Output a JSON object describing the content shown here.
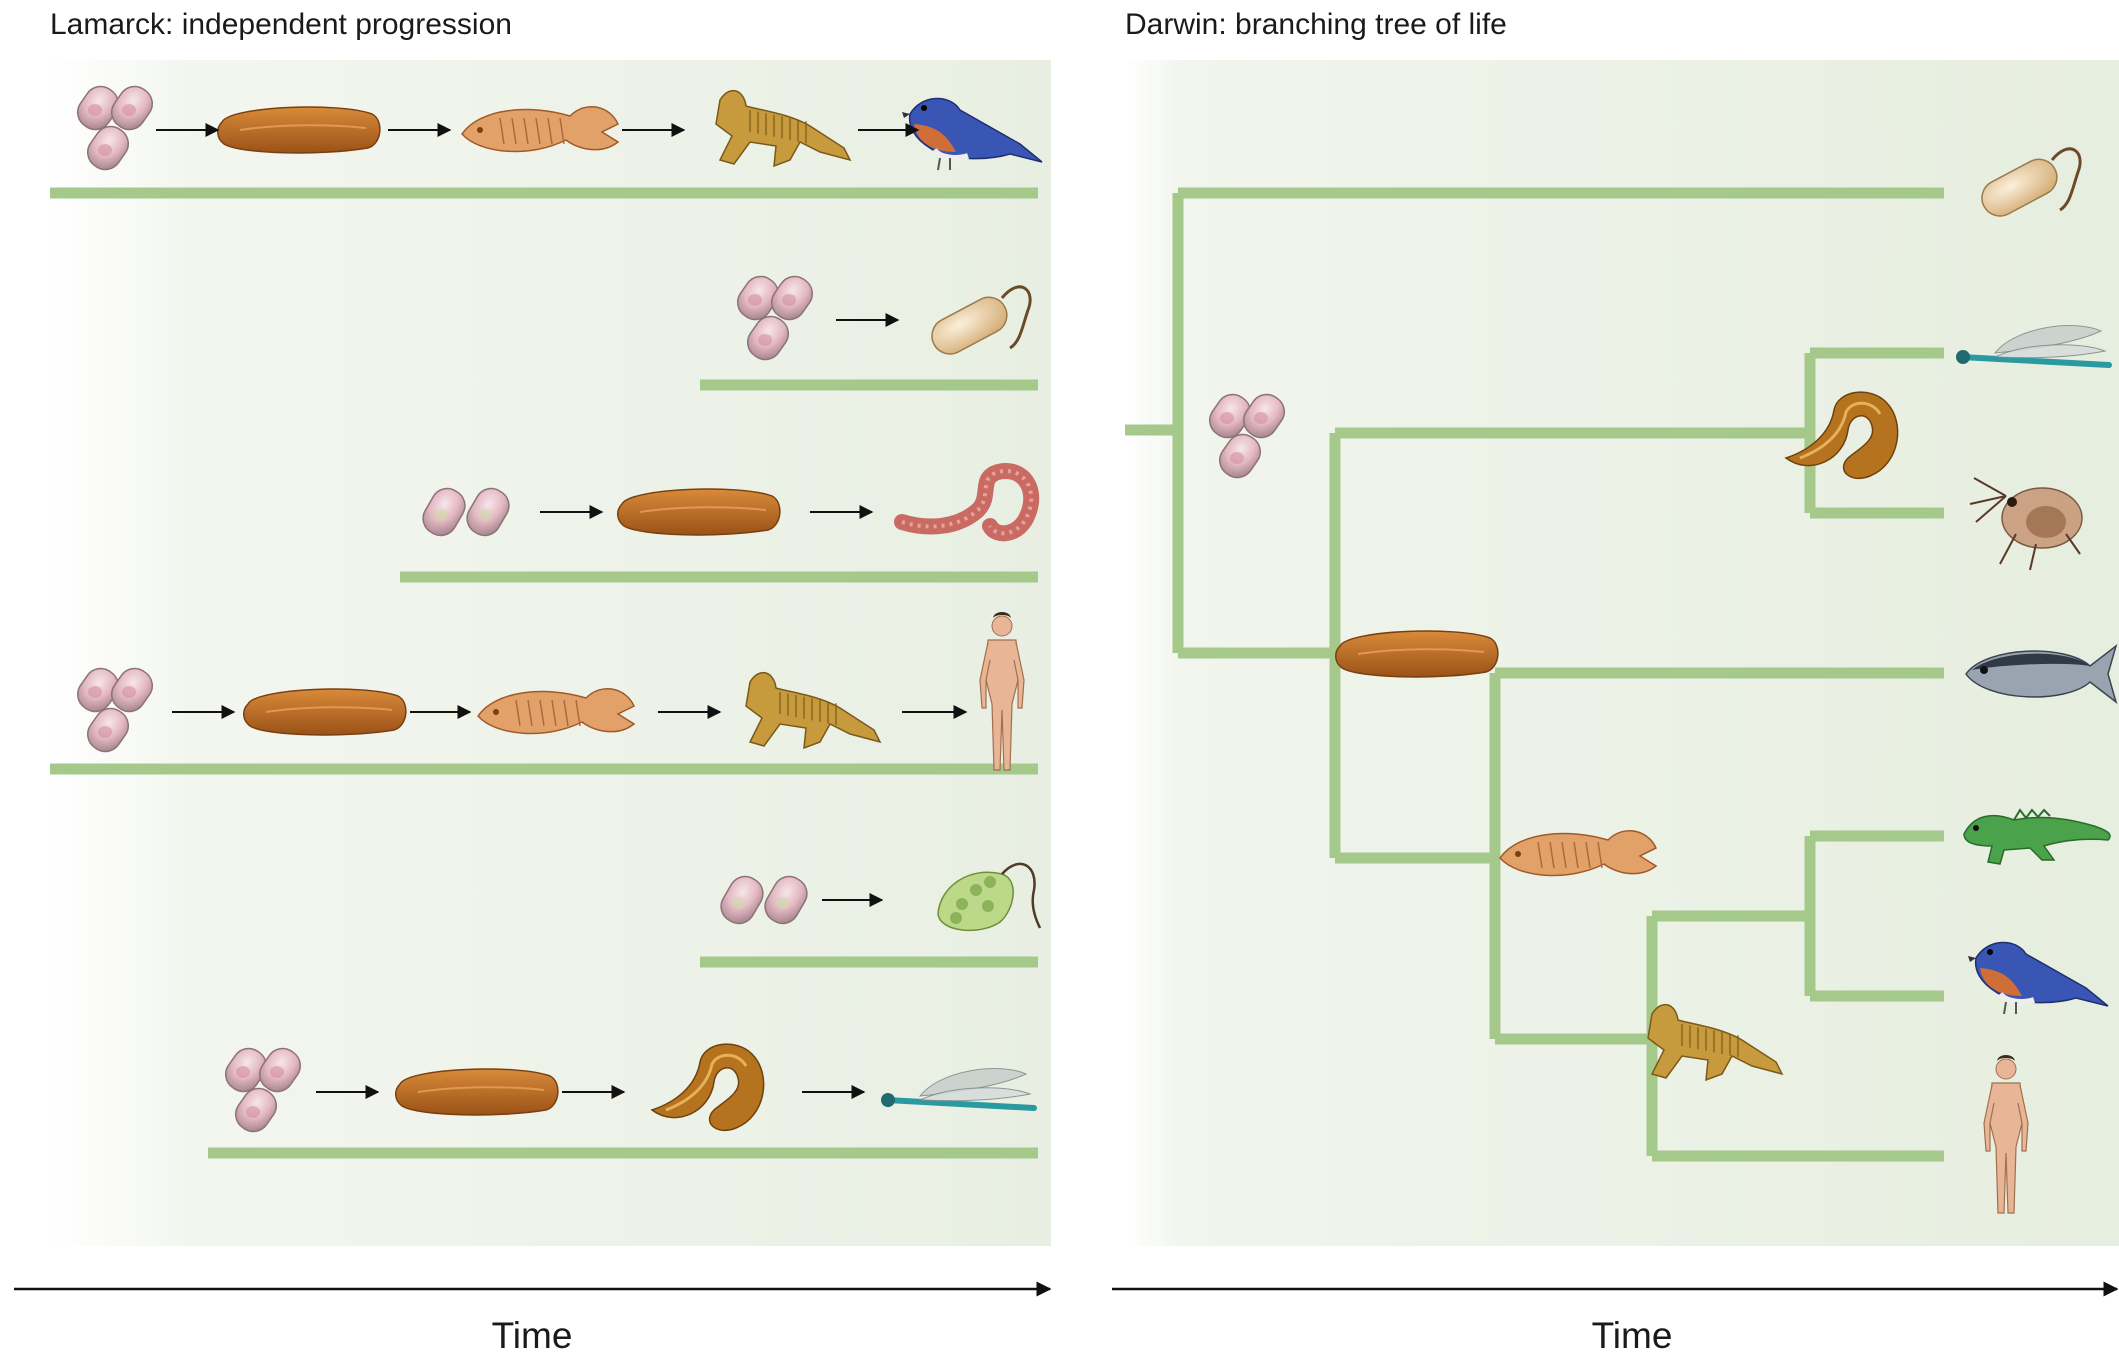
{
  "lamarck": {
    "title": "Lamarck: independent progression",
    "time_label": "Time",
    "lineages": [
      {
        "name": "lineage-bird",
        "organisms": [
          "cell-cluster",
          "worm-like-fossil",
          "fish-fossil",
          "reptile-fossil",
          "bluebird"
        ]
      },
      {
        "name": "lineage-bacterium",
        "organisms": [
          "cell-cluster",
          "bacterium"
        ]
      },
      {
        "name": "lineage-earthworm",
        "organisms": [
          "cell-pair",
          "worm-like-fossil",
          "earthworm"
        ]
      },
      {
        "name": "lineage-human",
        "organisms": [
          "cell-cluster",
          "worm-like-fossil",
          "fish-fossil",
          "reptile-fossil",
          "human"
        ]
      },
      {
        "name": "lineage-protist",
        "organisms": [
          "cell-pair",
          "green-protist"
        ]
      },
      {
        "name": "lineage-damselfly",
        "organisms": [
          "cell-cluster",
          "worm-like-fossil",
          "curled-fossil",
          "damselfly"
        ]
      }
    ]
  },
  "darwin": {
    "title": "Darwin: branching tree of life",
    "time_label": "Time",
    "ancestors": [
      "cell-cluster",
      "curled-fossil",
      "worm-like-fossil",
      "fish-fossil",
      "reptile-fossil"
    ],
    "tips": [
      "bacterium",
      "damselfly",
      "water-flea",
      "tuna",
      "iguana",
      "bluebird",
      "human"
    ]
  },
  "colors": {
    "branch": "#a4c98a",
    "arrow": "#111111"
  }
}
